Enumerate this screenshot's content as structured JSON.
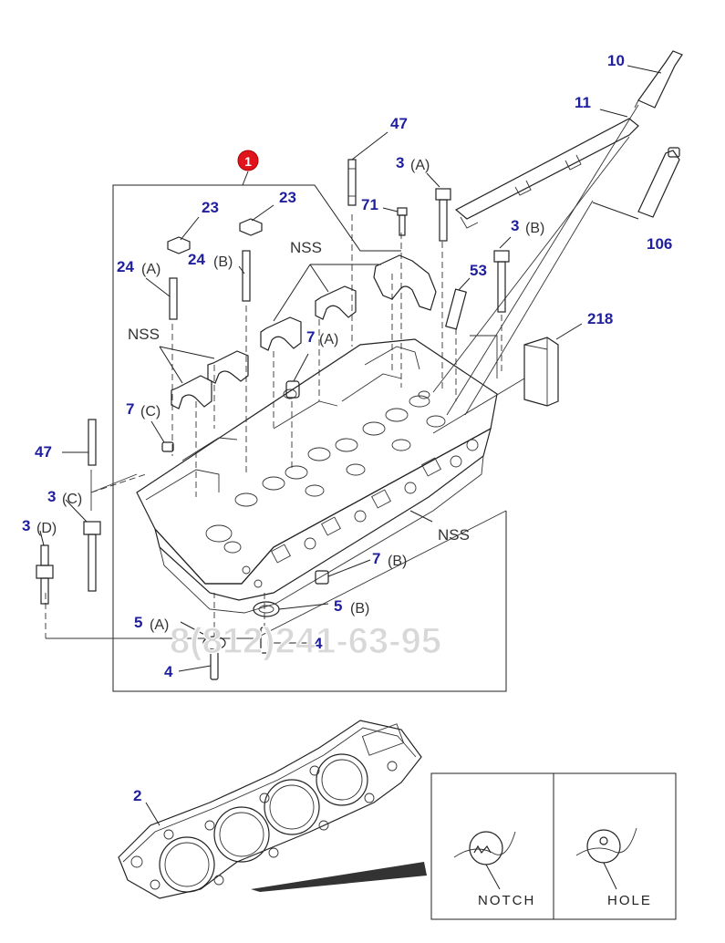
{
  "diagram": {
    "assembly_badge": "1",
    "callouts": {
      "p47_top": "47",
      "p3A": "3",
      "p3A_var": "(A)",
      "p71": "71",
      "p23a": "23",
      "p23b": "23",
      "p24A": "24",
      "p24A_var": "(A)",
      "p24B": "24",
      "p24B_var": "(B)",
      "p10": "10",
      "p11": "11",
      "p106": "106",
      "p3B": "3",
      "p3B_var": "(B)",
      "p53": "53",
      "p218": "218",
      "p7A": "7",
      "p7A_var": "(A)",
      "p7C": "7",
      "p7C_var": "(C)",
      "p47_left": "47",
      "p3C": "3",
      "p3C_var": "(C)",
      "p3D": "3",
      "p3D_var": "(D)",
      "p7B": "7",
      "p7B_var": "(B)",
      "p5A": "5",
      "p5A_var": "(A)",
      "p5B": "5",
      "p5B_var": "(B)",
      "p4a": "4",
      "p4b": "4",
      "p2": "2"
    },
    "nss_labels": [
      "NSS",
      "NSS",
      "NSS"
    ],
    "watermark": "8(812)241-63-95",
    "detail_boxes": {
      "notch": "NOTCH",
      "hole": "HOLE"
    },
    "colors": {
      "part_number": "#1f1f9e",
      "badge": "#e0141c",
      "line": "#222222"
    }
  }
}
